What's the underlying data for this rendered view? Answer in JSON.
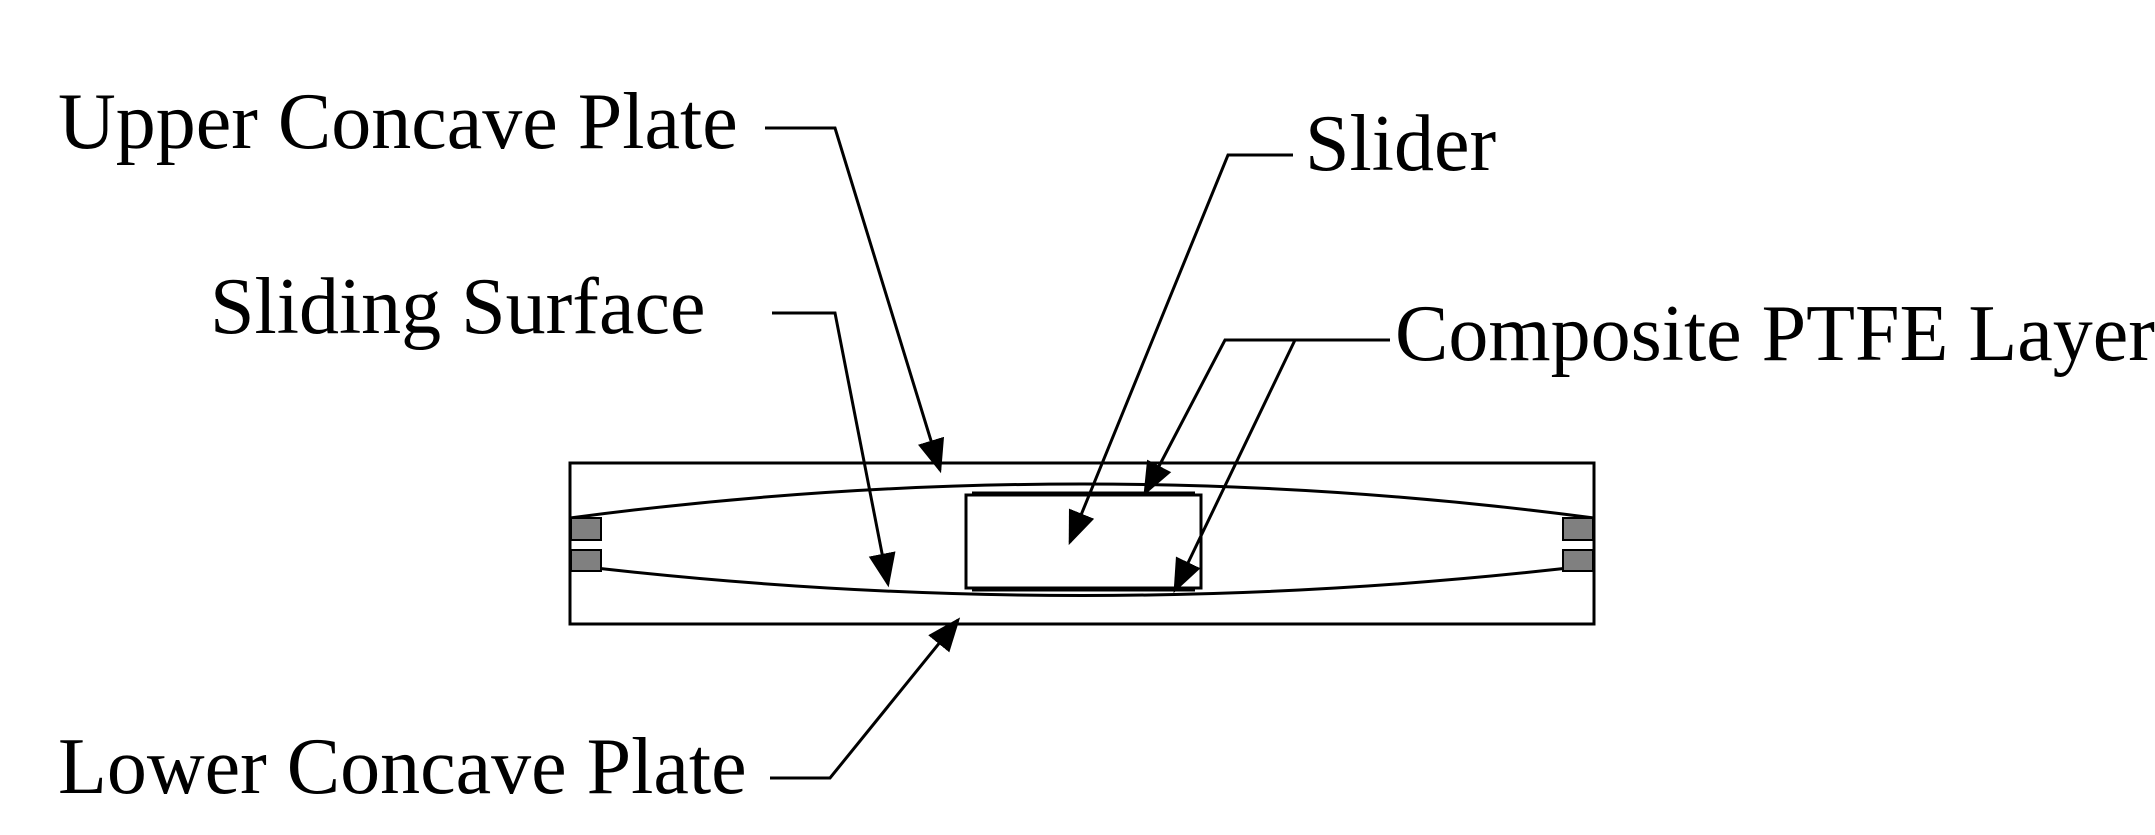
{
  "labels": {
    "upper_plate": "Upper Concave Plate",
    "slider": "Slider",
    "sliding_surface": "Sliding Surface",
    "ptfe_layer": "Composite PTFE Layer",
    "lower_plate": "Lower Concave Plate"
  },
  "colors": {
    "line": "#000000",
    "seal_block": "#808080",
    "background": "#ffffff"
  }
}
